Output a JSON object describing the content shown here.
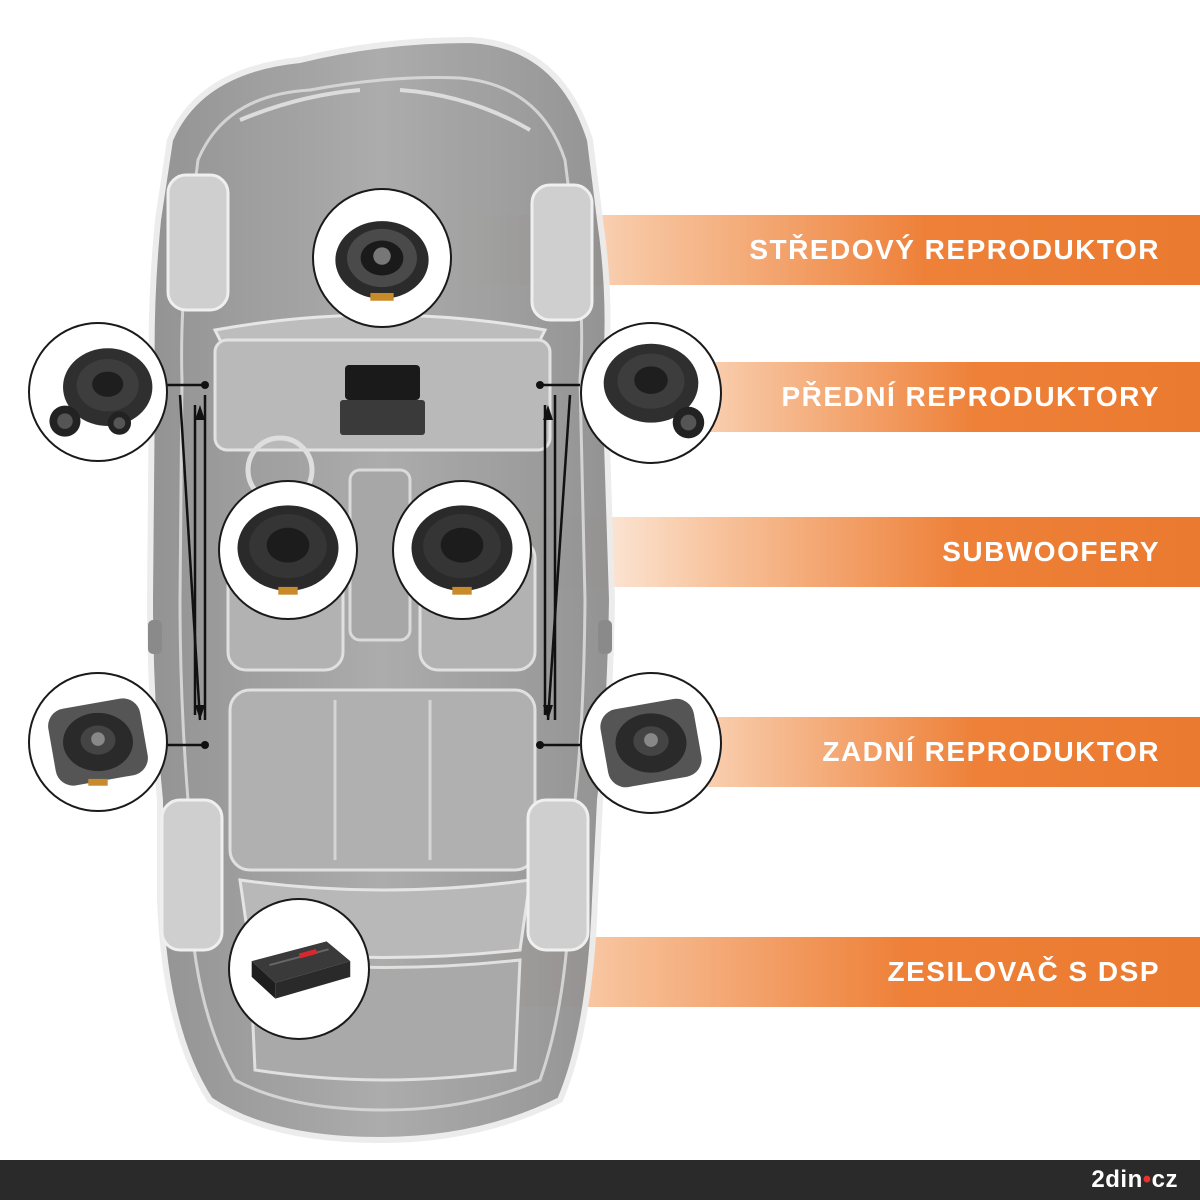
{
  "labels": {
    "center_speaker": "STŘEDOVÝ REPRODUKTOR",
    "front_speakers": "PŘEDNÍ REPRODUKTORY",
    "subwoofers": "SUBWOOFERY",
    "rear_speaker": "ZADNÍ REPRODUKTOR",
    "amplifier": "ZESILOVAČ S DSP"
  },
  "logo": {
    "part_a": "2din",
    "dot": "•",
    "part_b": "cz"
  },
  "colors": {
    "accent_orange": "#ee8038",
    "car_body": "#9a9a9a",
    "car_outline": "#e8e8e8",
    "footer": "#2a2a2a",
    "logo_dot": "#e8322c"
  }
}
